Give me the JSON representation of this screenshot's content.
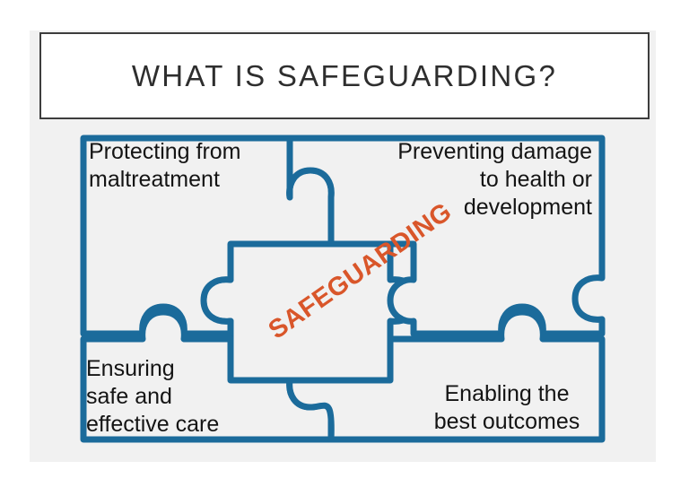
{
  "title": {
    "text": "WHAT IS SAFEGUARDING?"
  },
  "center": {
    "label": "SAFEGUARDING"
  },
  "pieces": [
    {
      "id": "top-left",
      "label": "Protecting from\nmaltreatment"
    },
    {
      "id": "top-right",
      "label": "Preventing damage\nto health or\ndevelopment"
    },
    {
      "id": "bottom-left",
      "label": "Ensuring\nsafe and\neffective care"
    },
    {
      "id": "bottom-right",
      "label": "Enabling the\nbest outcomes"
    }
  ],
  "colors": {
    "puzzle_stroke": "#1b6b9b",
    "center_text": "#d9562a",
    "title_text": "#2e2e2e",
    "panel_background": "#f1f1f1",
    "title_border": "#3d3d3d",
    "page_background": "#ffffff",
    "piece_fill": "#f1f1f1"
  }
}
